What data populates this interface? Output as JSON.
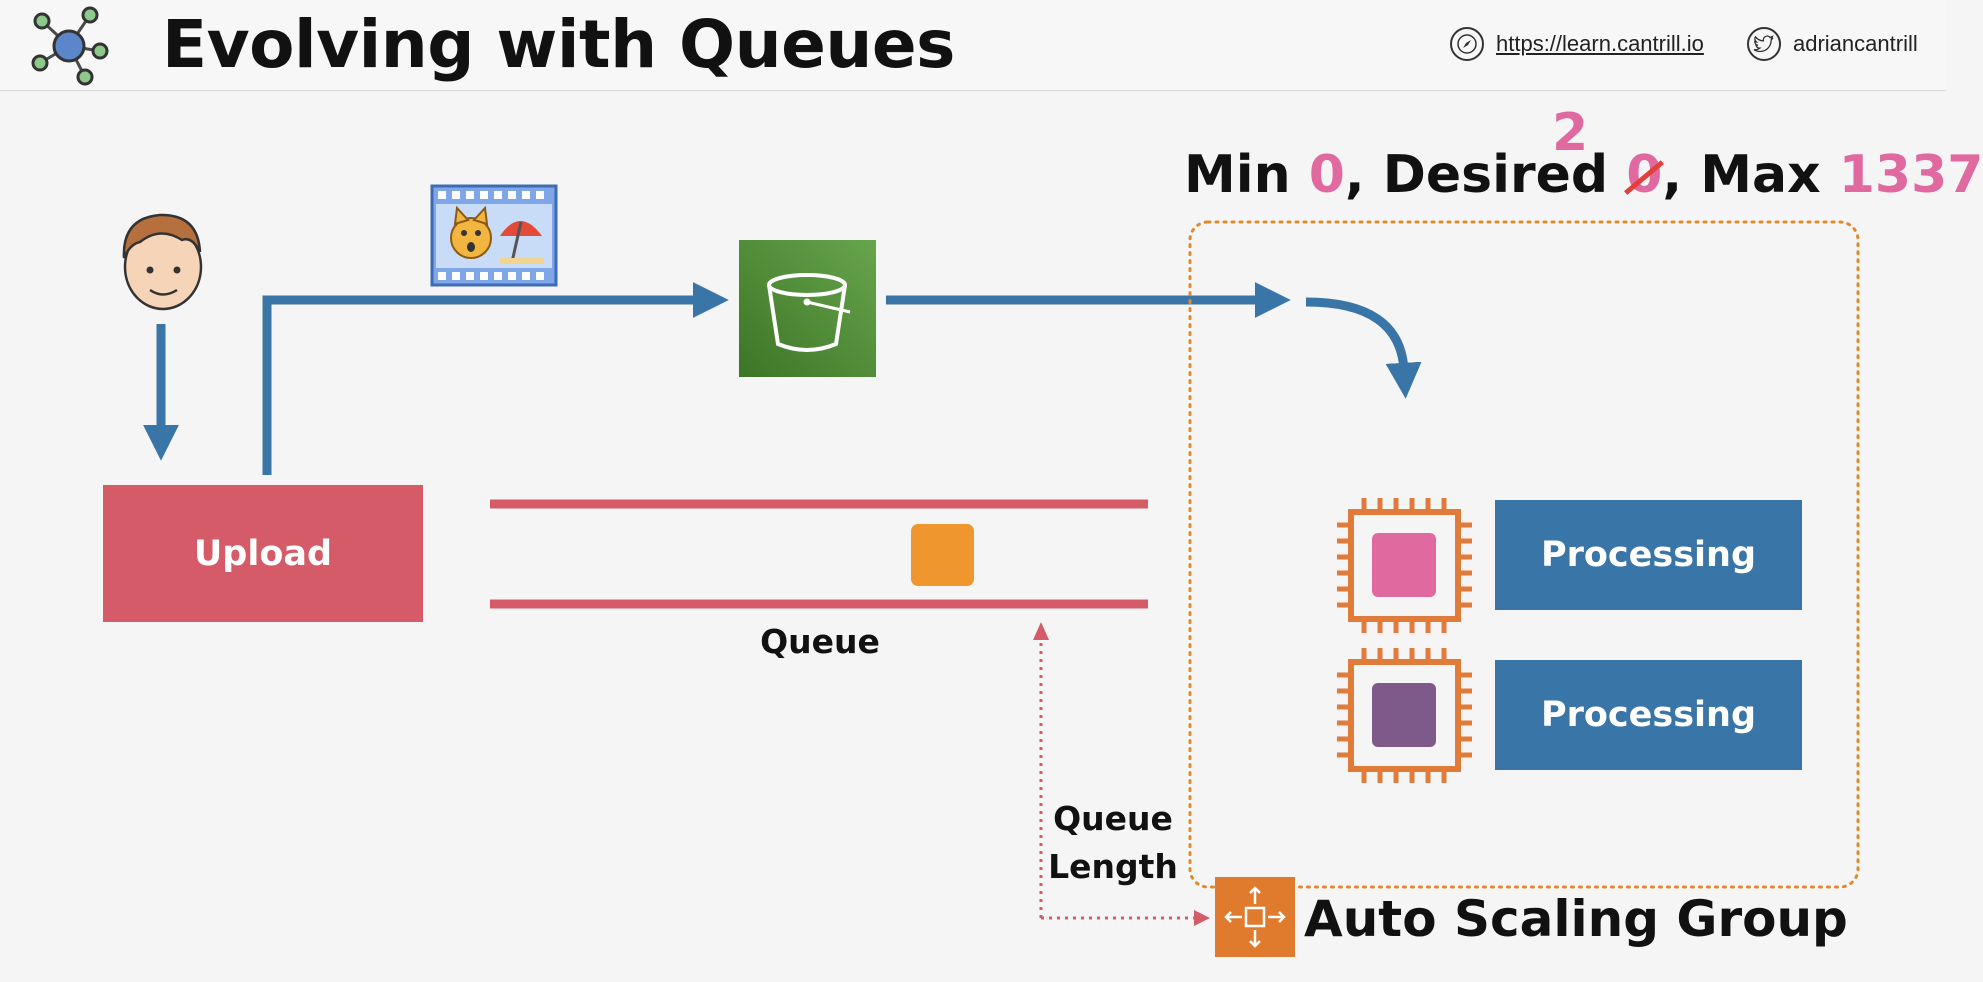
{
  "header": {
    "title": "Evolving with Queues",
    "url": "https://learn.cantrill.io",
    "twitter": "adriancantrill",
    "url_icon": "compass-icon",
    "twitter_icon": "twitter-bird-icon"
  },
  "diagram": {
    "upload_label": "Upload",
    "processing_labels": [
      "Processing",
      "Processing"
    ],
    "queue_label": "Queue",
    "queue_length_label_line1": "Queue",
    "queue_length_label_line2": "Length",
    "asg_label": "Auto Scaling Group",
    "capacity": {
      "min_prefix": "Min ",
      "min_value": "0",
      "desired_prefix": ", Desired ",
      "desired_old_value": "0",
      "desired_new_value": "2",
      "max_prefix": ", Max ",
      "max_value": "1337"
    },
    "colors": {
      "upload": "#d45b67",
      "processing": "#3a75a8",
      "arrow": "#3a75a8",
      "s3": "#4e8a32",
      "queue_item": "#f0962f",
      "asg_border": "#e08a2c",
      "cpu": "#e17b3a",
      "instance1_core": "#e06aa0",
      "instance2_core": "#7d5a8a"
    },
    "icons": {
      "user": "user-avatar-icon",
      "media": "media-file-icon",
      "s3": "s3-bucket-icon",
      "instance": "ec2-instance-icon",
      "asg": "auto-scaling-icon"
    }
  }
}
